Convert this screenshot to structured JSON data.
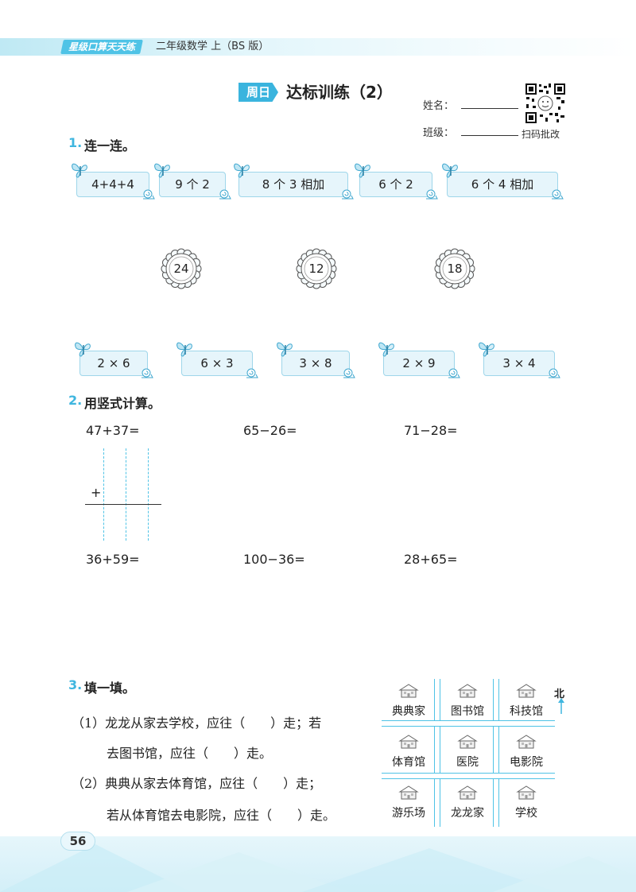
{
  "header": {
    "series": "星级口算天天练",
    "book": "二年级数学 上（BS 版）"
  },
  "title": {
    "day": "周日",
    "text": "达标训练（2）"
  },
  "meta": {
    "name_label": "姓名：",
    "class_label": "班级：",
    "scan_label": "扫码批改"
  },
  "section1": {
    "num": "1.",
    "title": "连一连。",
    "top_cards": [
      "4+4+4",
      "9 个 2",
      "8 个 3 相加",
      "6 个 2",
      "6 个 4 相加"
    ],
    "flowers": [
      "24",
      "12",
      "18"
    ],
    "bottom_cards": [
      "2 × 6",
      "6 × 3",
      "3 × 8",
      "2 × 9",
      "3 × 4"
    ]
  },
  "section2": {
    "num": "2.",
    "title": "用竖式计算。",
    "row1": [
      "47+37=",
      "65−26=",
      "71−28="
    ],
    "row2": [
      "36+59=",
      "100−36=",
      "28+65="
    ],
    "plus": "+"
  },
  "section3": {
    "num": "3.",
    "title": "填一填。",
    "q1_line1": "（1）龙龙从家去学校，应往（　　）走；若",
    "q1_line2": "去图书馆，应往（　　）走。",
    "q2_line1": "（2）典典从家去体育馆，应往（　　）走；",
    "q2_line2": "若从体育馆去电影院，应往（　　）走。",
    "map": {
      "north": "北",
      "places": [
        "典典家",
        "图书馆",
        "科技馆",
        "体育馆",
        "医院",
        "电影院",
        "游乐场",
        "龙龙家",
        "学校"
      ]
    }
  },
  "footer": {
    "page_number": "56"
  },
  "colors": {
    "accent": "#3fb6df",
    "card_bg": "#e6f5fb",
    "card_border": "#9fd6ea"
  }
}
